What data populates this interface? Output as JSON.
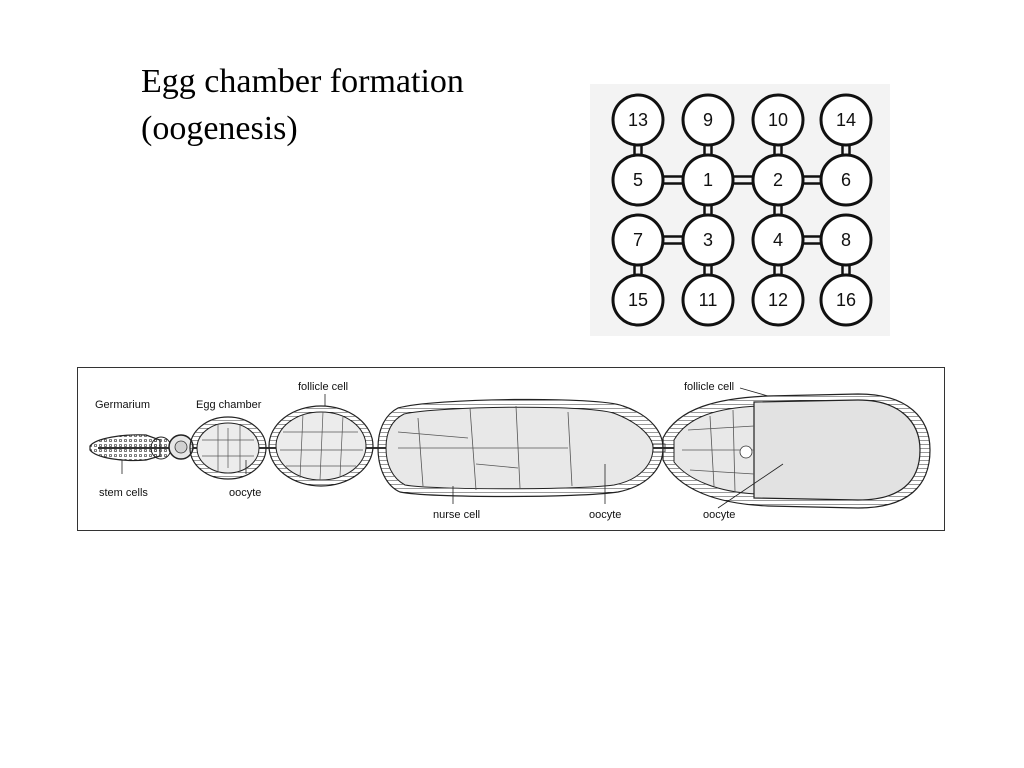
{
  "slide": {
    "title_line1": "Egg chamber formation",
    "title_line2": "(oogenesis)"
  },
  "cyst_cluster": {
    "cells": [
      {
        "id": "13",
        "col": 0,
        "row": 0
      },
      {
        "id": "9",
        "col": 1,
        "row": 0
      },
      {
        "id": "10",
        "col": 2,
        "row": 0
      },
      {
        "id": "14",
        "col": 3,
        "row": 0
      },
      {
        "id": "5",
        "col": 0,
        "row": 1
      },
      {
        "id": "1",
        "col": 1,
        "row": 1
      },
      {
        "id": "2",
        "col": 2,
        "row": 1
      },
      {
        "id": "6",
        "col": 3,
        "row": 1
      },
      {
        "id": "7",
        "col": 0,
        "row": 2
      },
      {
        "id": "3",
        "col": 1,
        "row": 2
      },
      {
        "id": "4",
        "col": 2,
        "row": 2
      },
      {
        "id": "8",
        "col": 3,
        "row": 2
      },
      {
        "id": "15",
        "col": 0,
        "row": 3
      },
      {
        "id": "11",
        "col": 1,
        "row": 3
      },
      {
        "id": "12",
        "col": 2,
        "row": 3
      },
      {
        "id": "16",
        "col": 3,
        "row": 3
      }
    ],
    "ring_canals": [
      [
        "1",
        "2"
      ],
      [
        "1",
        "5"
      ],
      [
        "1",
        "3"
      ],
      [
        "1",
        "9"
      ],
      [
        "2",
        "6"
      ],
      [
        "2",
        "4"
      ],
      [
        "2",
        "10"
      ],
      [
        "3",
        "7"
      ],
      [
        "3",
        "11"
      ],
      [
        "4",
        "8"
      ],
      [
        "4",
        "12"
      ],
      [
        "5",
        "13"
      ],
      [
        "6",
        "14"
      ],
      [
        "7",
        "15"
      ],
      [
        "8",
        "16"
      ]
    ]
  },
  "ovariole": {
    "labels": {
      "germarium": "Germarium",
      "egg_chamber": "Egg chamber",
      "follicle_cell_1": "follicle cell",
      "follicle_cell_2": "follicle cell",
      "stem_cells": "stem cells",
      "oocyte_1": "oocyte",
      "nurse_cell": "nurse cell",
      "oocyte_2": "oocyte",
      "oocyte_3": "oocyte"
    }
  }
}
